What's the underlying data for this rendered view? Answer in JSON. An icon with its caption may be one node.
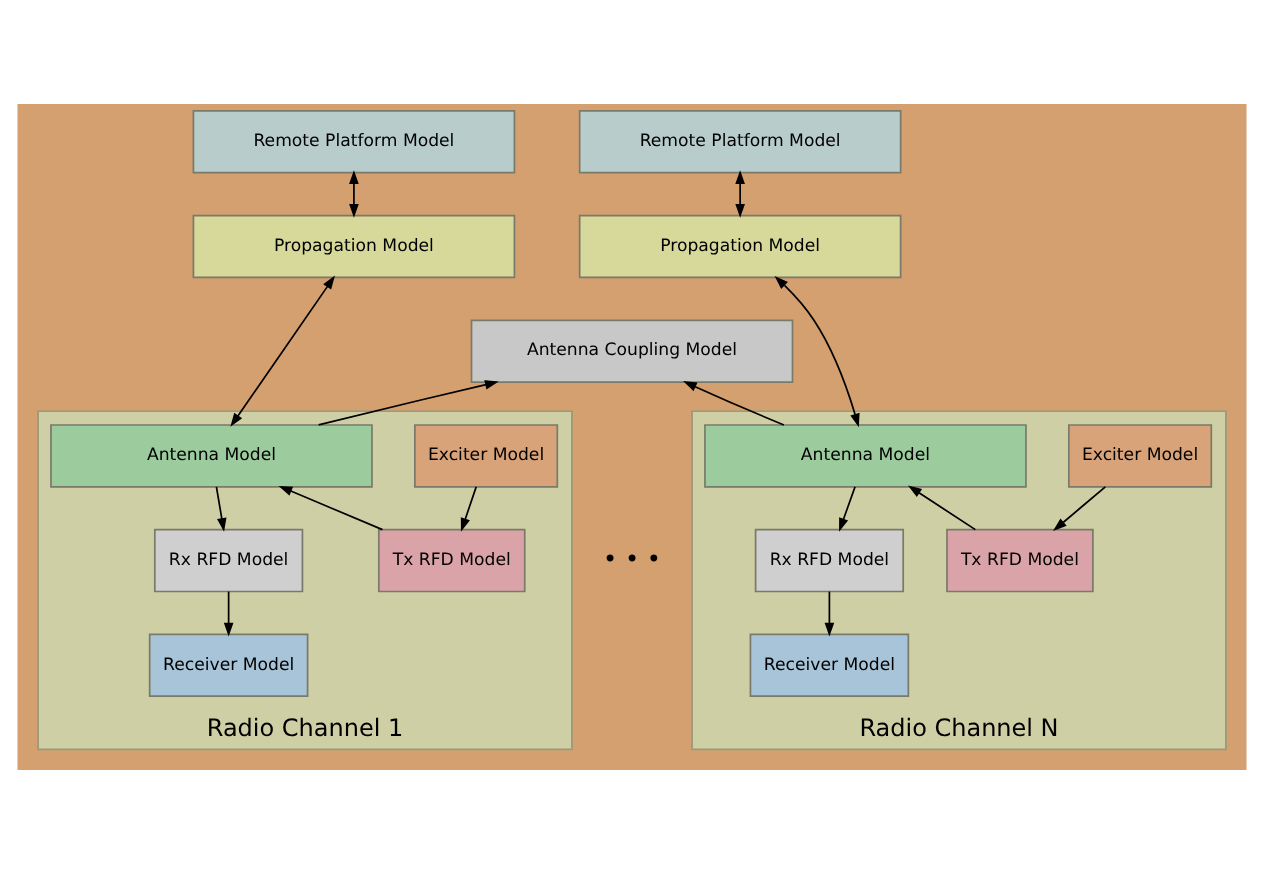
{
  "diagram": {
    "nodes": [
      {
        "text": [
          "Remote Platform Model"
        ]
      },
      {
        "text": [
          "Propagation Model"
        ]
      },
      {
        "text": [
          "Remote Platform Model"
        ]
      },
      {
        "text": [
          "Propagation Model"
        ]
      },
      {
        "text": [
          "Antenna Coupling Model"
        ]
      },
      {
        "text": [
          "Radio Channel 1"
        ]
      },
      {
        "text": [
          "Antenna Model"
        ],
        "in": 5
      },
      {
        "text": [
          "Rx RFD Model"
        ],
        "in": 5
      },
      {
        "text": [
          "Tx RFD Model"
        ],
        "in": 5
      },
      {
        "text": [
          "Receiver Model"
        ],
        "in": 5
      },
      {
        "text": [
          "Exciter Model"
        ],
        "in": 5
      },
      {
        "text": [
          "Radio Channel N"
        ]
      },
      {
        "text": [
          "Antenna Model"
        ],
        "in": 11
      },
      {
        "text": [
          "Rx RFD Model"
        ],
        "in": 11
      },
      {
        "text": [
          "Tx RFD Model"
        ],
        "in": 11
      },
      {
        "text": [
          "Receiver Model"
        ],
        "in": 11
      },
      {
        "text": [
          "Exciter Model"
        ],
        "in": 11
      }
    ],
    "edges": [
      {
        "from": 0,
        "to": 1,
        "arrow": "both"
      },
      {
        "from": 2,
        "to": 3,
        "arrow": "both"
      },
      {
        "from": 1,
        "to": 6,
        "arrow": "both"
      },
      {
        "from": 6,
        "to": 4,
        "arrow": "to"
      },
      {
        "from": 3,
        "to": 12,
        "arrow": "both"
      },
      {
        "from": 12,
        "to": 4,
        "arrow": "to"
      },
      {
        "from": 6,
        "to": 7,
        "arrow": "to"
      },
      {
        "from": 8,
        "to": 6,
        "arrow": "to"
      },
      {
        "from": 7,
        "to": 9,
        "arrow": "to"
      },
      {
        "from": 10,
        "to": 8,
        "arrow": "to"
      },
      {
        "from": 12,
        "to": 13,
        "arrow": "to"
      },
      {
        "from": 14,
        "to": 12,
        "arrow": "to"
      },
      {
        "from": 13,
        "to": 15,
        "arrow": "to"
      },
      {
        "from": 16,
        "to": 14,
        "arrow": "to"
      }
    ],
    "labels": [
      "• • •"
    ]
  }
}
